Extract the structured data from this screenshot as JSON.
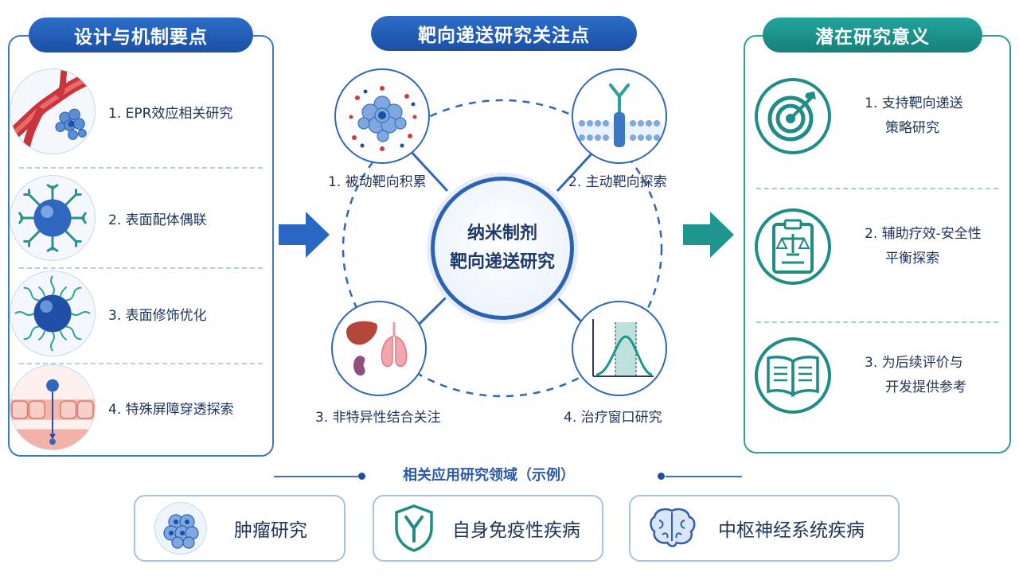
{
  "left_section": {
    "title": "设计与机制要点",
    "items": [
      {
        "label": "1. EPR效应相关研究",
        "icon": "blood-vessel-nanoparticle-icon"
      },
      {
        "label": "2. 表面配体偶联",
        "icon": "ligand-nanoparticle-icon"
      },
      {
        "label": "3. 表面修饰优化",
        "icon": "polymer-coated-nanoparticle-icon"
      },
      {
        "label": "4. 特殊屏障穿透探索",
        "icon": "barrier-penetration-icon"
      }
    ]
  },
  "middle_section": {
    "title": "靶向递送研究关注点",
    "center": {
      "line1": "纳米制剂",
      "line2": "靶向递送研究"
    },
    "nodes": [
      {
        "label": "1. 被动靶向积累",
        "icon": "nanoparticle-cluster-icon"
      },
      {
        "label": "2. 主动靶向探索",
        "icon": "membrane-receptor-icon"
      },
      {
        "label": "3. 非特异性结合关注",
        "icon": "organs-icon"
      },
      {
        "label": "4. 治疗窗口研究",
        "icon": "therapeutic-window-curve-icon"
      }
    ]
  },
  "right_section": {
    "title": "潜在研究意义",
    "items": [
      {
        "line1": "1. 支持靶向递送",
        "line2": "策略研究",
        "icon": "target-icon"
      },
      {
        "line1": "2. 辅助疗效-安全性",
        "line2": "平衡探索",
        "icon": "clipboard-scale-icon"
      },
      {
        "line1": "3. 为后续评价与",
        "line2": "开发提供参考",
        "icon": "open-book-icon"
      }
    ]
  },
  "applications": {
    "title": "相关应用研究领域（示例）",
    "items": [
      {
        "label": "肿瘤研究",
        "icon": "tumor-cells-icon"
      },
      {
        "label": "自身免疫性疾病",
        "icon": "antibody-shield-icon"
      },
      {
        "label": "中枢神经系统疾病",
        "icon": "brain-icon"
      }
    ]
  },
  "colors": {
    "primary_blue": "#1c4fa6",
    "teal": "#17807a",
    "vessel_red": "#c9353a"
  }
}
